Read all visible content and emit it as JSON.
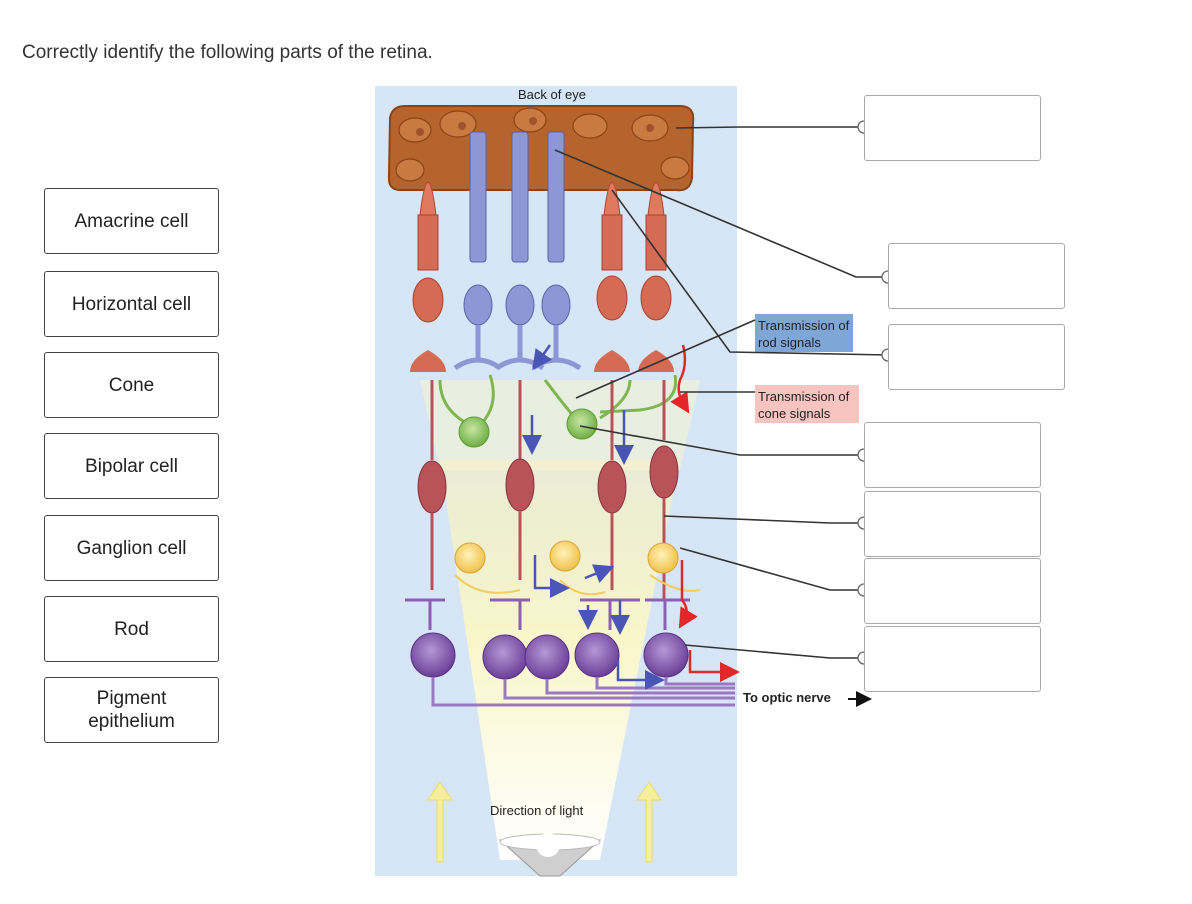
{
  "question": {
    "prompt": "Correctly identify the following parts of the retina."
  },
  "labels": [
    {
      "text": "Amacrine cell"
    },
    {
      "text": "Horizontal cell"
    },
    {
      "text": "Cone"
    },
    {
      "text": "Bipolar cell"
    },
    {
      "text": "Ganglion cell"
    },
    {
      "text": "Rod"
    },
    {
      "text": "Pigment epithelium"
    }
  ],
  "diagram": {
    "back_of_eye": "Back of eye",
    "rod_signals": "Transmission of rod signals",
    "cone_signals": "Transmission of cone signals",
    "optic_nerve": "To optic nerve",
    "light_direction": "Direction of light"
  },
  "colors": {
    "rod_highlight": "#7ea7d8",
    "cone_highlight": "#f7c4c0",
    "panel_bg": "#d6e6f6",
    "pigment": "#b5642e",
    "rod_cell": "#8f96d6",
    "cone_cell": "#d56a55",
    "horizontal_cell": "#8fc463",
    "amacrine_cell": "#f6d56b",
    "ganglion_cell": "#8b5fb1"
  }
}
